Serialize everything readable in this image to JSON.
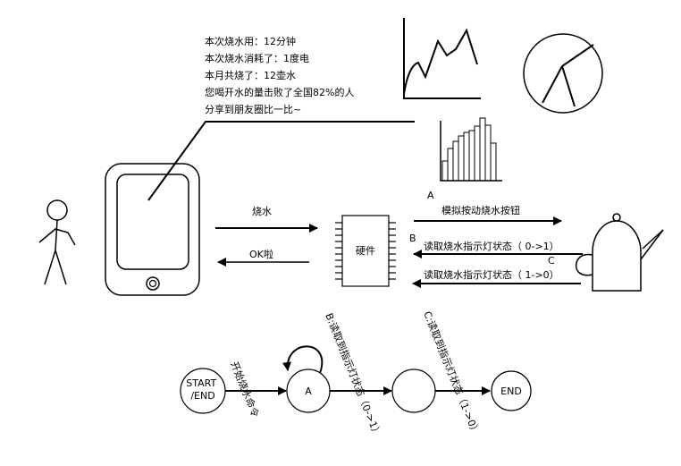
{
  "phone_message": {
    "lines": [
      "本次烧水用：12分钟",
      "本次烧水消耗了：1度电",
      "本月共烧了：12壶水",
      "您喝开水的量击败了全国82%的人",
      "分享到朋友圈比一比~"
    ]
  },
  "arrows": {
    "boil": "烧水",
    "ok": "OK啦",
    "simulate": "模拟按动烧水按钮",
    "read_0_1": "读取烧水指示灯状态（ 0->1）",
    "read_1_0": "读取烧水指示灯状态（ 1->0）"
  },
  "hardware": {
    "label": "硬件"
  },
  "markers": {
    "a": "A",
    "b": "B",
    "c": "C"
  },
  "state_machine": {
    "start": "START\n/END",
    "state_a": "A",
    "state_blank": "",
    "end": "END",
    "edge_start": "开始烧水命令",
    "edge_b": "B:读取到指示灯状态（0->1）",
    "edge_c": "C:读取到指示灯状态（1->0）"
  },
  "icons": {
    "person": "stick-figure-icon",
    "phone": "smartphone-icon",
    "kettle": "kettle-icon",
    "chip": "chip-icon",
    "line_chart": "line-chart-icon",
    "bar_chart": "bar-chart-icon",
    "pie_chart": "pie-chart-icon"
  }
}
